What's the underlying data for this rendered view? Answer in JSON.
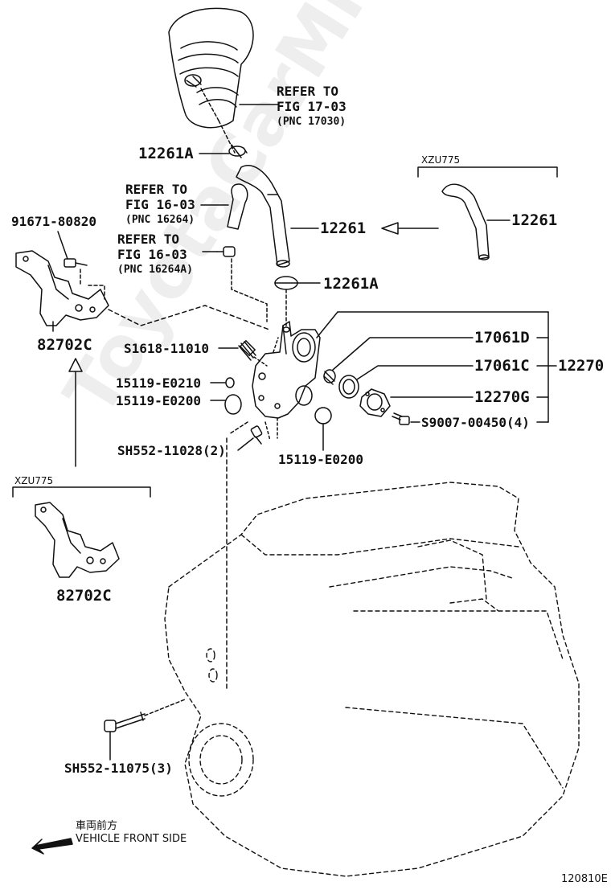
{
  "refs": [
    {
      "line1": "REFER TO",
      "line2": "FIG 17-03",
      "note": "(PNC 17030)"
    },
    {
      "line1": "REFER TO",
      "line2": "FIG 16-03",
      "note": "(PNC 16264)"
    },
    {
      "line1": "REFER TO",
      "line2": "FIG 16-03",
      "note": "(PNC 16264A)"
    }
  ],
  "parts": {
    "clamp_upper": "12261A",
    "hose": "12261",
    "hose_variant": "12261",
    "clamp_lower": "12261A",
    "bracket_bolt": "91671-80820",
    "bracket": "82702C",
    "bracket_variant": "82702C",
    "stud": "S1618-11010",
    "oring_small": "15119-E0210",
    "oring_left": "15119-E0200",
    "bolt_housing": "SH552-11028(2)",
    "oring_bottom": "15119-E0200",
    "gasket_d": "17061D",
    "gasket_c": "17061C",
    "housing_assy": "12270",
    "cover_g": "12270G",
    "screw": "S9007-00450(4)",
    "engine_bolt": "SH552-11075(3)"
  },
  "variants": {
    "hose_variant_label": "XZU775",
    "bracket_variant_label": "XZU775"
  },
  "orientation": {
    "jp": "車両前方",
    "en": "VEHICLE FRONT SIDE"
  },
  "figure_code": "120810E",
  "watermark": "ToyotaCarMine.ru"
}
